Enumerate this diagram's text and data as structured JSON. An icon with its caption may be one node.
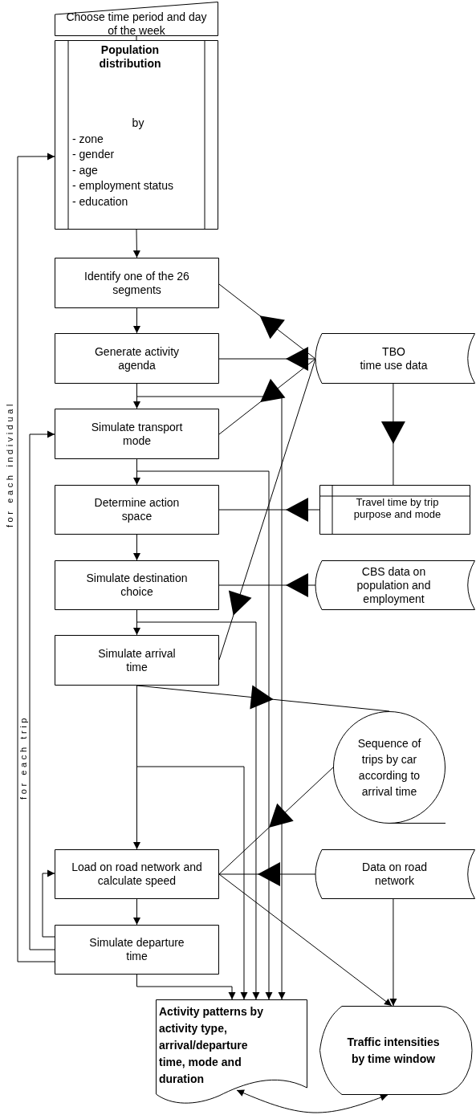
{
  "diagram": {
    "nodes": [
      {
        "text": [
          "Choose time period and day of the week"
        ]
      },
      {
        "text": [
          "Population distribution",
          "by",
          "- zone",
          "- gender",
          "- age",
          "- employment status",
          "- education"
        ]
      },
      {
        "text": [
          "Identify one of the 26 segments"
        ]
      },
      {
        "text": [
          "Generate activity agenda"
        ]
      },
      {
        "text": [
          "Simulate transport mode"
        ]
      },
      {
        "text": [
          "Determine action space"
        ]
      },
      {
        "text": [
          "Simulate destination choice"
        ]
      },
      {
        "text": [
          "Simulate arrival time"
        ]
      },
      {
        "text": [
          "Load on road network and calculate speed"
        ]
      },
      {
        "text": [
          "Simulate departure time"
        ]
      },
      {
        "text": [
          "TBO",
          "time use data"
        ]
      },
      {
        "text": [
          "Travel time by trip purpose and mode"
        ]
      },
      {
        "text": [
          "CBS data on population and employment"
        ]
      },
      {
        "text": [
          "Sequence of trips by car according to arrival time"
        ]
      },
      {
        "text": [
          "Data on road network"
        ]
      },
      {
        "text": [
          "Activity patterns by activity type, arrival/departure time, mode and duration"
        ]
      },
      {
        "text": [
          "Traffic intensities by time window"
        ]
      }
    ],
    "edges": [
      {
        "from": 0,
        "to": 1,
        "arrow": "none"
      },
      {
        "from": 1,
        "to": 2,
        "arrow": "to"
      },
      {
        "from": 2,
        "to": 3,
        "arrow": "to"
      },
      {
        "from": 3,
        "to": 4,
        "arrow": "to"
      },
      {
        "from": 4,
        "to": 5,
        "arrow": "to"
      },
      {
        "from": 5,
        "to": 6,
        "arrow": "to"
      },
      {
        "from": 6,
        "to": 7,
        "arrow": "to"
      },
      {
        "from": 7,
        "to": 8,
        "arrow": "to"
      },
      {
        "from": 8,
        "to": 9,
        "arrow": "to"
      },
      {
        "from": 3,
        "to": 15,
        "arrow": "to"
      },
      {
        "from": 4,
        "to": 15,
        "arrow": "to"
      },
      {
        "from": 6,
        "to": 15,
        "arrow": "to"
      },
      {
        "from": 7,
        "to": 15,
        "arrow": "to"
      },
      {
        "from": 9,
        "to": 15,
        "arrow": "to"
      },
      {
        "from": 9,
        "to": 8,
        "arrow": "to"
      },
      {
        "from": 9,
        "to": 4,
        "arrow": "to"
      },
      {
        "from": 9,
        "to": 1,
        "arrow": "to"
      },
      {
        "from": 10,
        "to": 2,
        "arrow": "to"
      },
      {
        "from": 10,
        "to": 3,
        "arrow": "to"
      },
      {
        "from": 10,
        "to": 4,
        "arrow": "to"
      },
      {
        "from": 10,
        "to": 7,
        "arrow": "to"
      },
      {
        "from": 10,
        "to": 11,
        "arrow": "to"
      },
      {
        "from": 11,
        "to": 5,
        "arrow": "to"
      },
      {
        "from": 12,
        "to": 6,
        "arrow": "to"
      },
      {
        "from": 7,
        "to": 13,
        "arrow": "to"
      },
      {
        "from": 13,
        "to": 8,
        "arrow": "to"
      },
      {
        "from": 14,
        "to": 8,
        "arrow": "to"
      },
      {
        "from": 8,
        "to": 16,
        "arrow": "to"
      },
      {
        "from": 14,
        "to": 16,
        "arrow": "to"
      },
      {
        "from": 15,
        "to": 16,
        "arrow": "both"
      }
    ],
    "labels": [
      "for each individual",
      "for each trip"
    ]
  }
}
